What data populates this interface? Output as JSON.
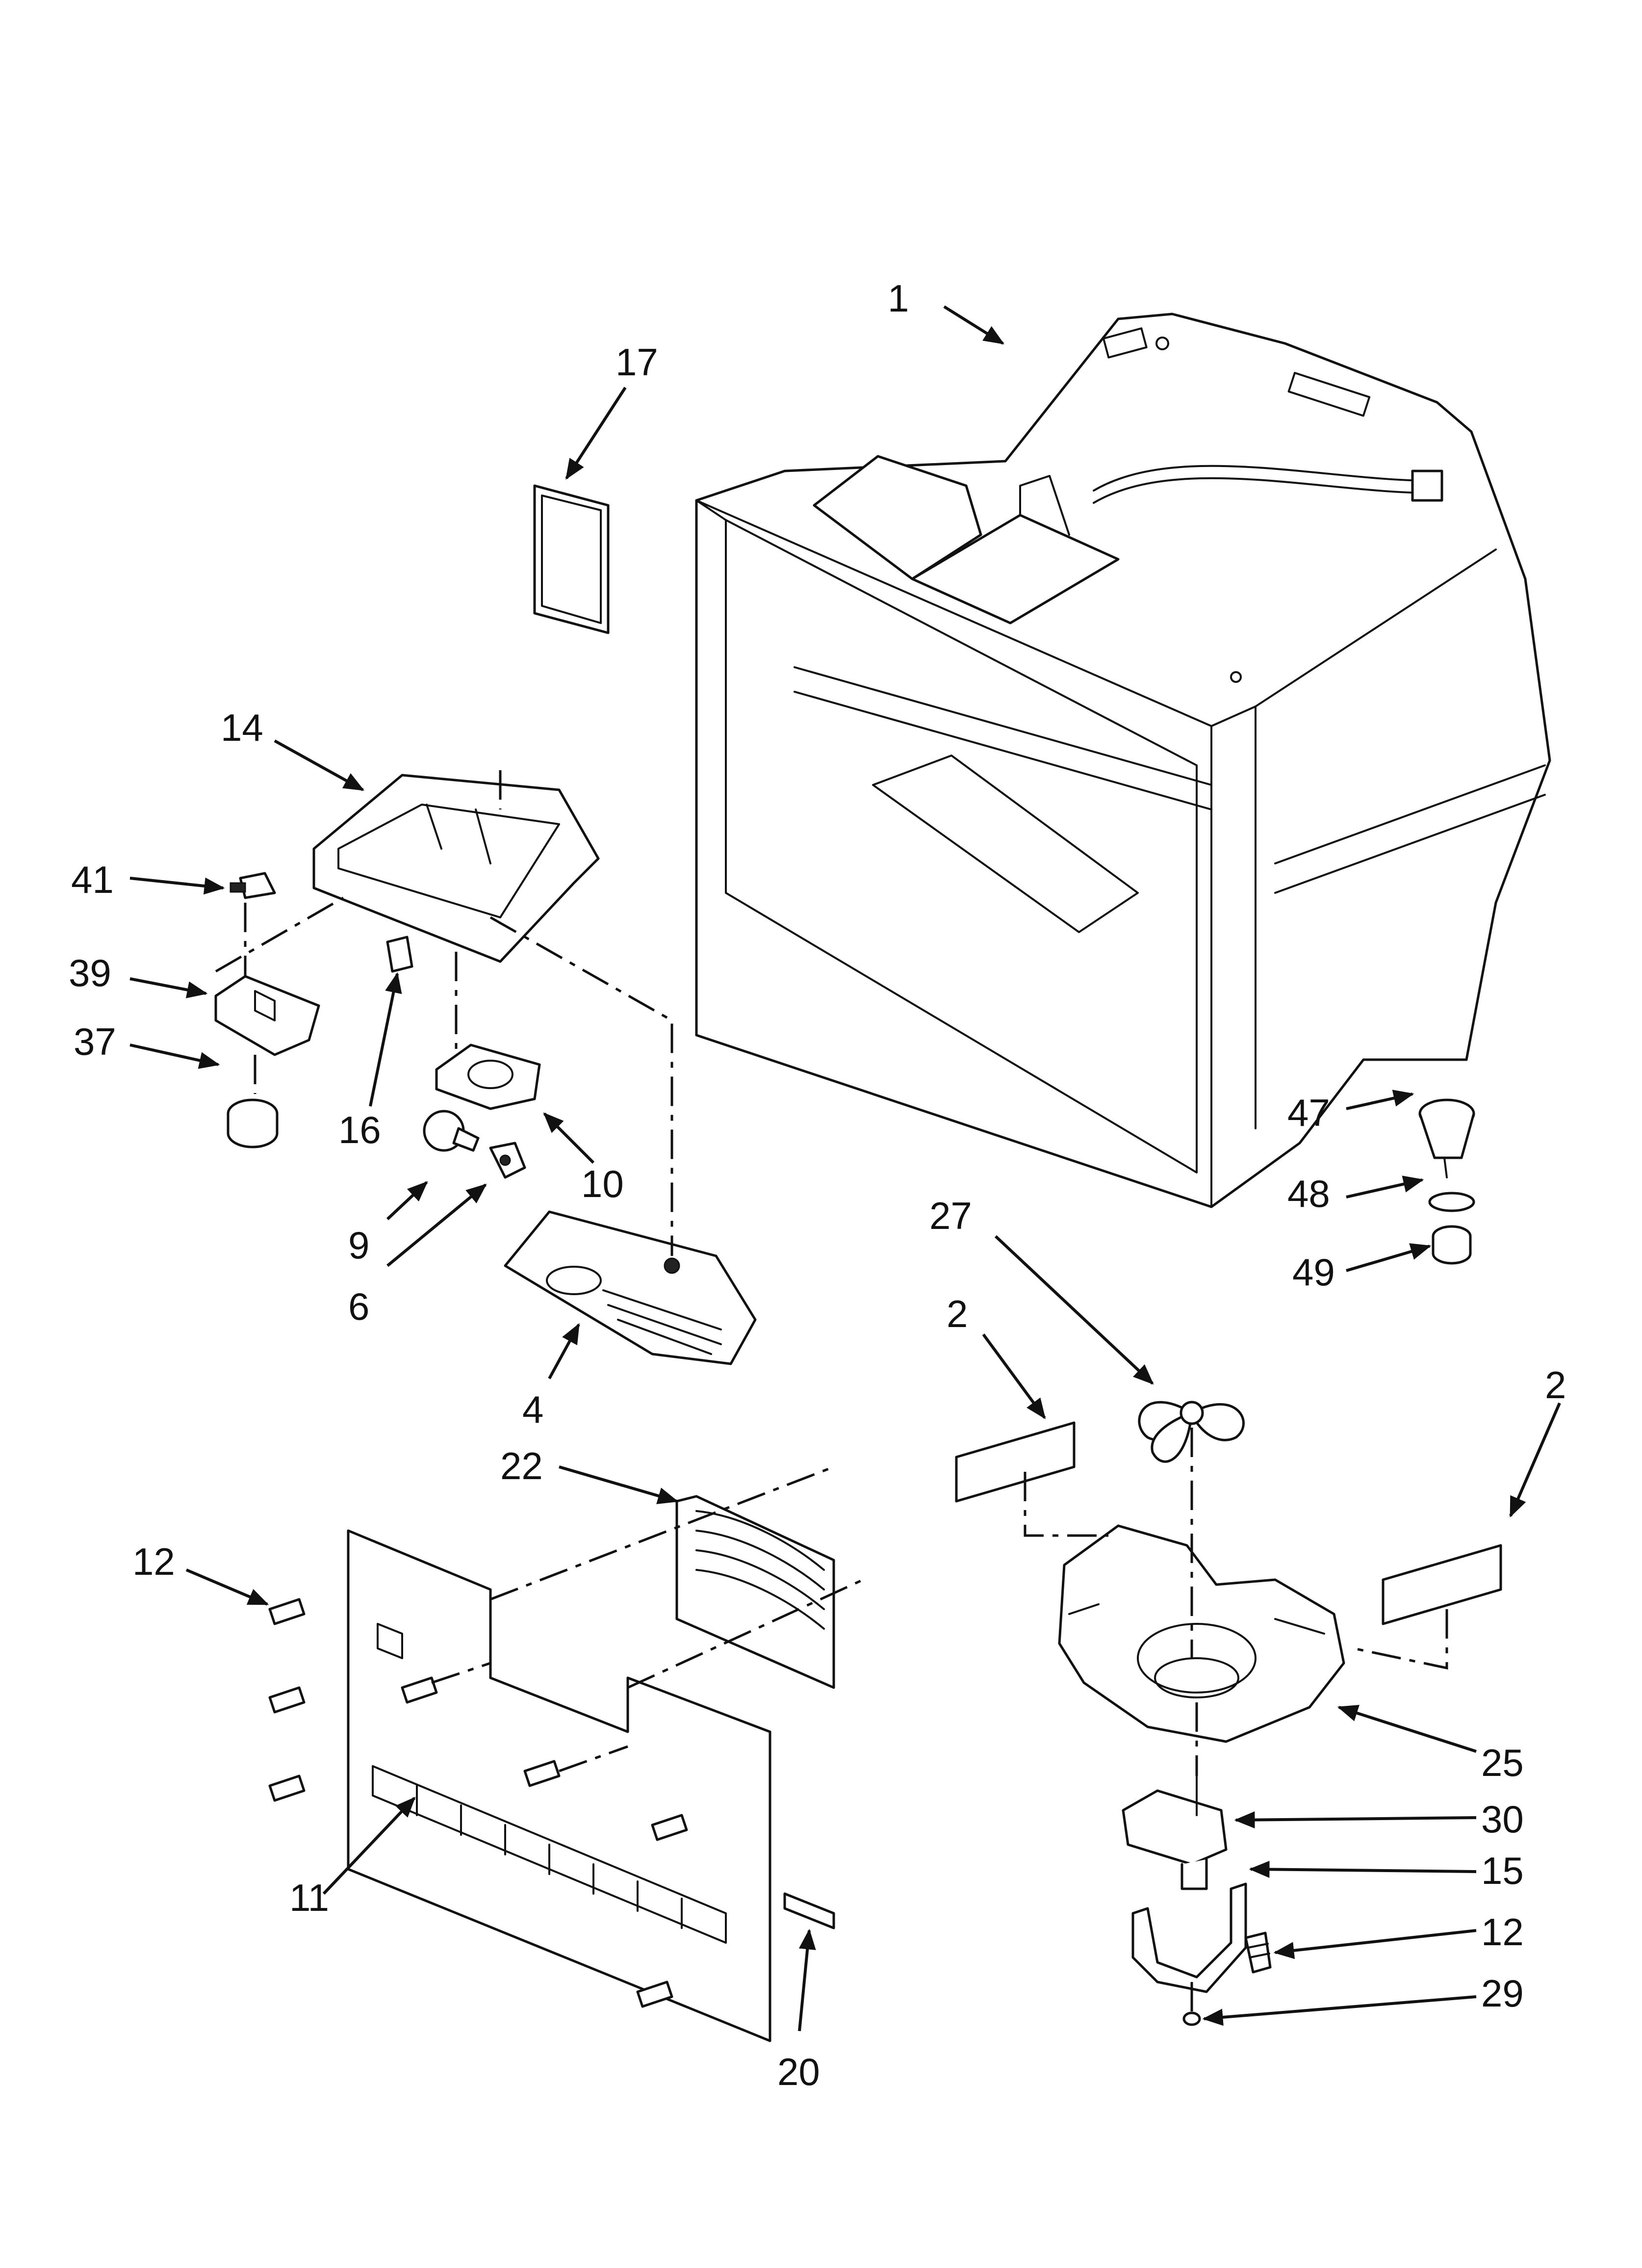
{
  "callouts": {
    "c1": "1",
    "c17": "17",
    "c14": "14",
    "c41": "41",
    "c39": "39",
    "c37": "37",
    "c16": "16",
    "c10": "10",
    "c9": "9",
    "c6": "6",
    "c4": "4",
    "c47": "47",
    "c48": "48",
    "c49": "49",
    "c27": "27",
    "c2a": "2",
    "c2b": "2",
    "c22": "22",
    "c12a": "12",
    "c25": "25",
    "c30": "30",
    "c15": "15",
    "c12b": "12",
    "c29": "29",
    "c11": "11",
    "c20": "20"
  },
  "colors": {
    "ink": "#111111",
    "paper": "#ffffff"
  }
}
